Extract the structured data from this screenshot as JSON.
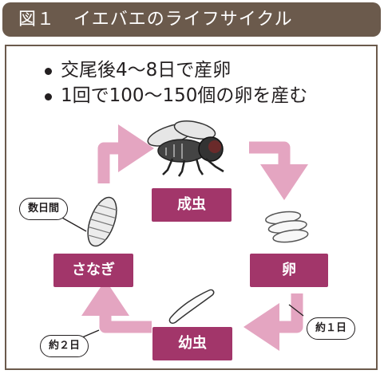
{
  "title": "図１　イエバエのライフサイクル",
  "bullets": [
    "交尾後4〜8日で産卵",
    "1回で100〜150個の卵を産む"
  ],
  "stages": {
    "adult": "成虫",
    "egg": "卵",
    "larva": "幼虫",
    "pupa": "さなぎ"
  },
  "durations": {
    "egg_to_larva": "約１日",
    "larva_to_pupa": "約２日",
    "pupa_to_adult": "数日間"
  },
  "colors": {
    "header": "#6b5a4c",
    "stage_box": "#a2366a",
    "arrow": "#e4a5c1"
  },
  "icons": [
    "fly-icon",
    "egg-icon",
    "larva-icon",
    "pupa-icon"
  ]
}
